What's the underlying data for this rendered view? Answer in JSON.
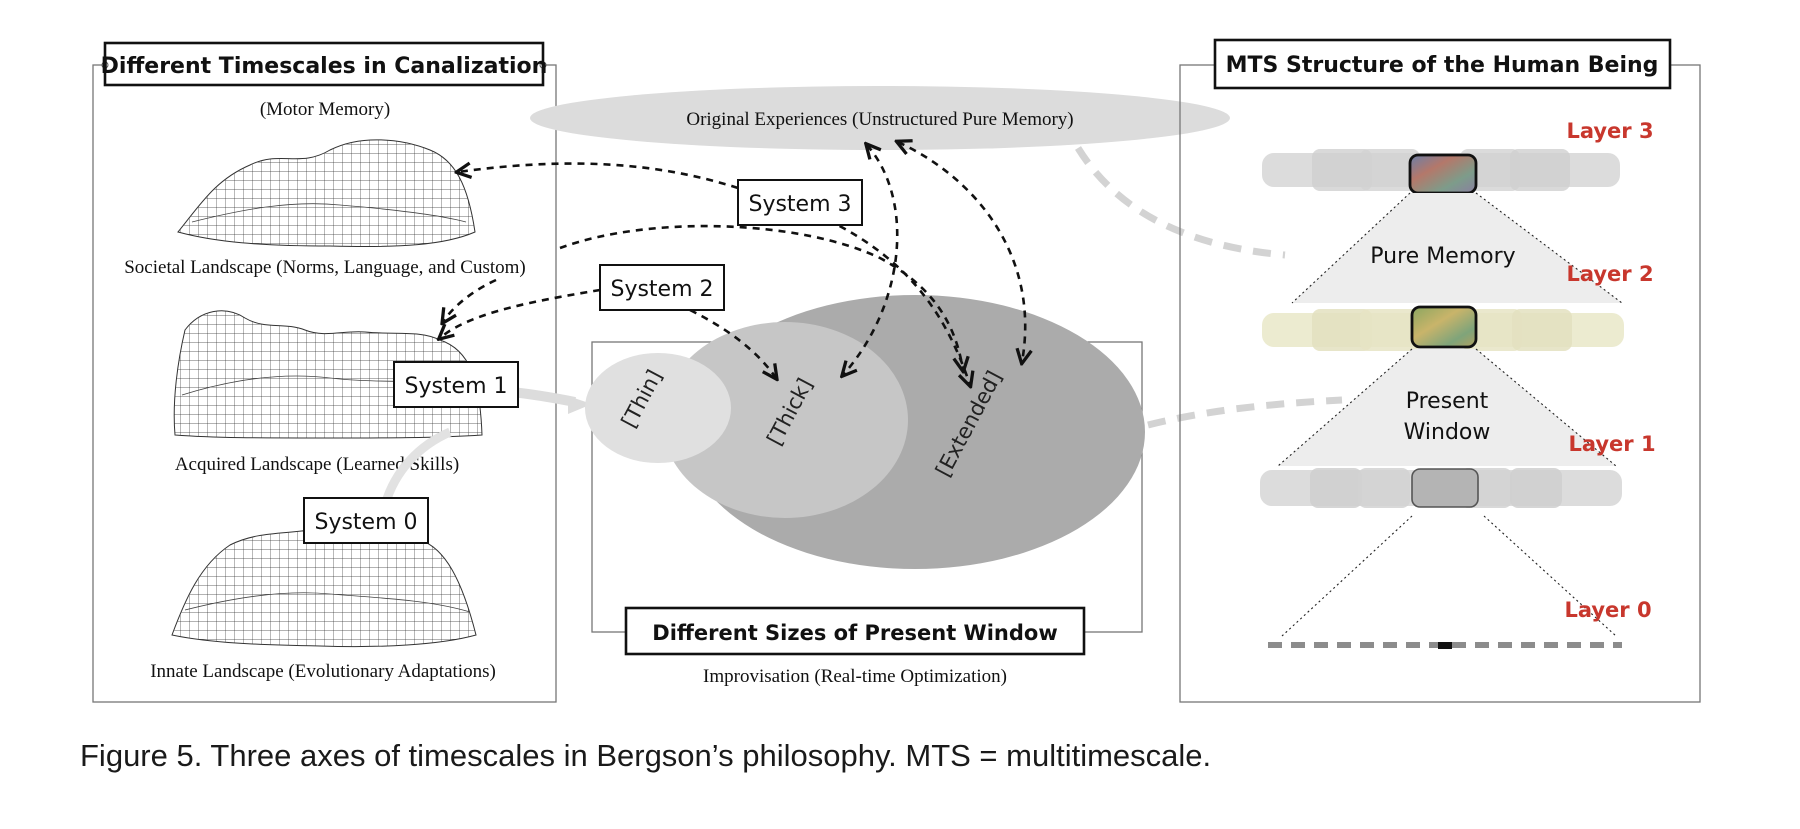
{
  "left_panel": {
    "title": "Different Timescales in Canalization",
    "top_label": "(Motor Memory)",
    "landscape_labels": [
      "Societal Landscape (Norms, Language, and Custom)",
      "Acquired Landscape (Learned Skills)",
      "Innate Landscape (Evolutionary Adaptations)"
    ]
  },
  "systems": {
    "s3": "System 3",
    "s2": "System 2",
    "s1": "System 1",
    "s0": "System 0"
  },
  "middle_panel": {
    "ellipse_label": "Original Experiences (Unstructured Pure Memory)",
    "title": "Different Sizes of Present Window",
    "subtitle": "Improvisation (Real-time Optimization)",
    "window_labels": [
      "[Thin]",
      "[Thick]",
      "[Extended]"
    ]
  },
  "right_panel": {
    "title": "MTS Structure of the Human Being",
    "layers": [
      "Layer 3",
      "Layer 2",
      "Layer 1",
      "Layer 0"
    ],
    "pure_memory": "Pure Memory",
    "present_window": [
      "Present",
      "Window"
    ]
  },
  "caption": "Figure 5. Three axes of timescales in Bergson’s philosophy. MTS = multitimescale.",
  "colors": {
    "layer_red": "#c8372d",
    "line": "#222222",
    "grey_light": "#dcdcdc",
    "grey_mid": "#c4c4c4",
    "grey_dark": "#aaaaaa"
  }
}
